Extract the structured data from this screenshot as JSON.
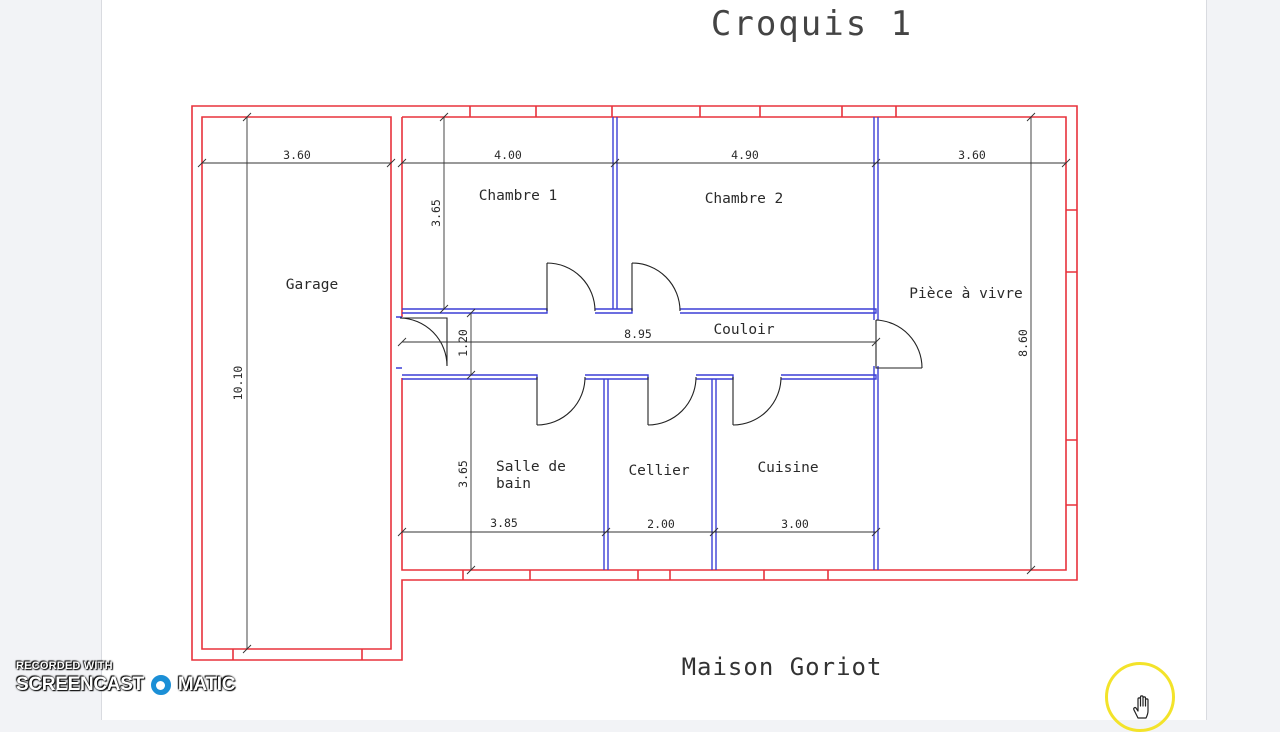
{
  "drawing": {
    "title": "Croquis 1",
    "subtitle": "Maison Goriot"
  },
  "rooms": {
    "garage": "Garage",
    "chambre1": "Chambre 1",
    "chambre2": "Chambre 2",
    "piece_a_vivre": "Pièce à vivre",
    "couloir": "Couloir",
    "salle_de_bain_line1": "Salle de",
    "salle_de_bain_line2": "bain",
    "cellier": "Cellier",
    "cuisine": "Cuisine"
  },
  "dimensions": {
    "garage_width": "3.60",
    "garage_length": "10.10",
    "chambre1_width": "4.00",
    "chambre1_depth": "3.65",
    "chambre2_width": "4.90",
    "piece_a_vivre_width": "3.60",
    "piece_a_vivre_length": "8.60",
    "couloir_width": "1.20",
    "couloir_length": "8.95",
    "salle_de_bain_depth": "3.65",
    "salle_de_bain_width": "3.85",
    "cellier_width": "2.00",
    "cuisine_width": "3.00"
  },
  "colors": {
    "exterior_wall": "#e8323c",
    "interior_wall": "#3b3fd6",
    "dimension_line": "#333333"
  },
  "watermark": {
    "line1": "RECORDED WITH",
    "brand_left": "SCREENCAST",
    "brand_right": "MATIC"
  }
}
